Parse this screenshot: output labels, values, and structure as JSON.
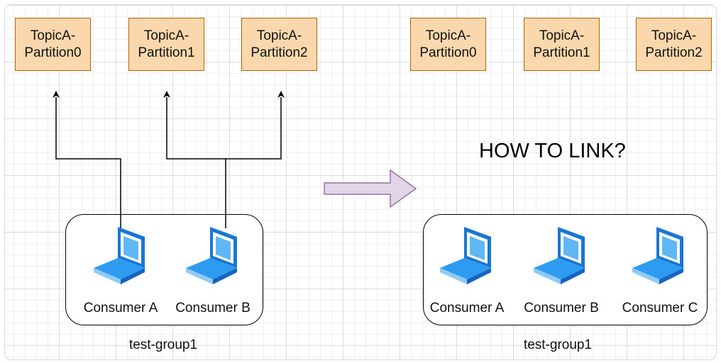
{
  "left": {
    "partitions": [
      "TopicA-\nPartition0",
      "TopicA-\nPartition1",
      "TopicA-\nPartition2"
    ],
    "consumers": [
      "Consumer A",
      "Consumer B"
    ],
    "group_label": "test-group1"
  },
  "right": {
    "heading": "HOW TO LINK?",
    "partitions": [
      "TopicA-\nPartition0",
      "TopicA-\nPartition1",
      "TopicA-\nPartition2"
    ],
    "consumers": [
      "Consumer A",
      "Consumer B",
      "Consumer C"
    ],
    "group_label": "test-group1"
  },
  "colors": {
    "partition_fill": "#fad7ac",
    "partition_border": "#b46504",
    "transition_arrow": "#e1d5e7",
    "laptop": "#1e88e5"
  }
}
